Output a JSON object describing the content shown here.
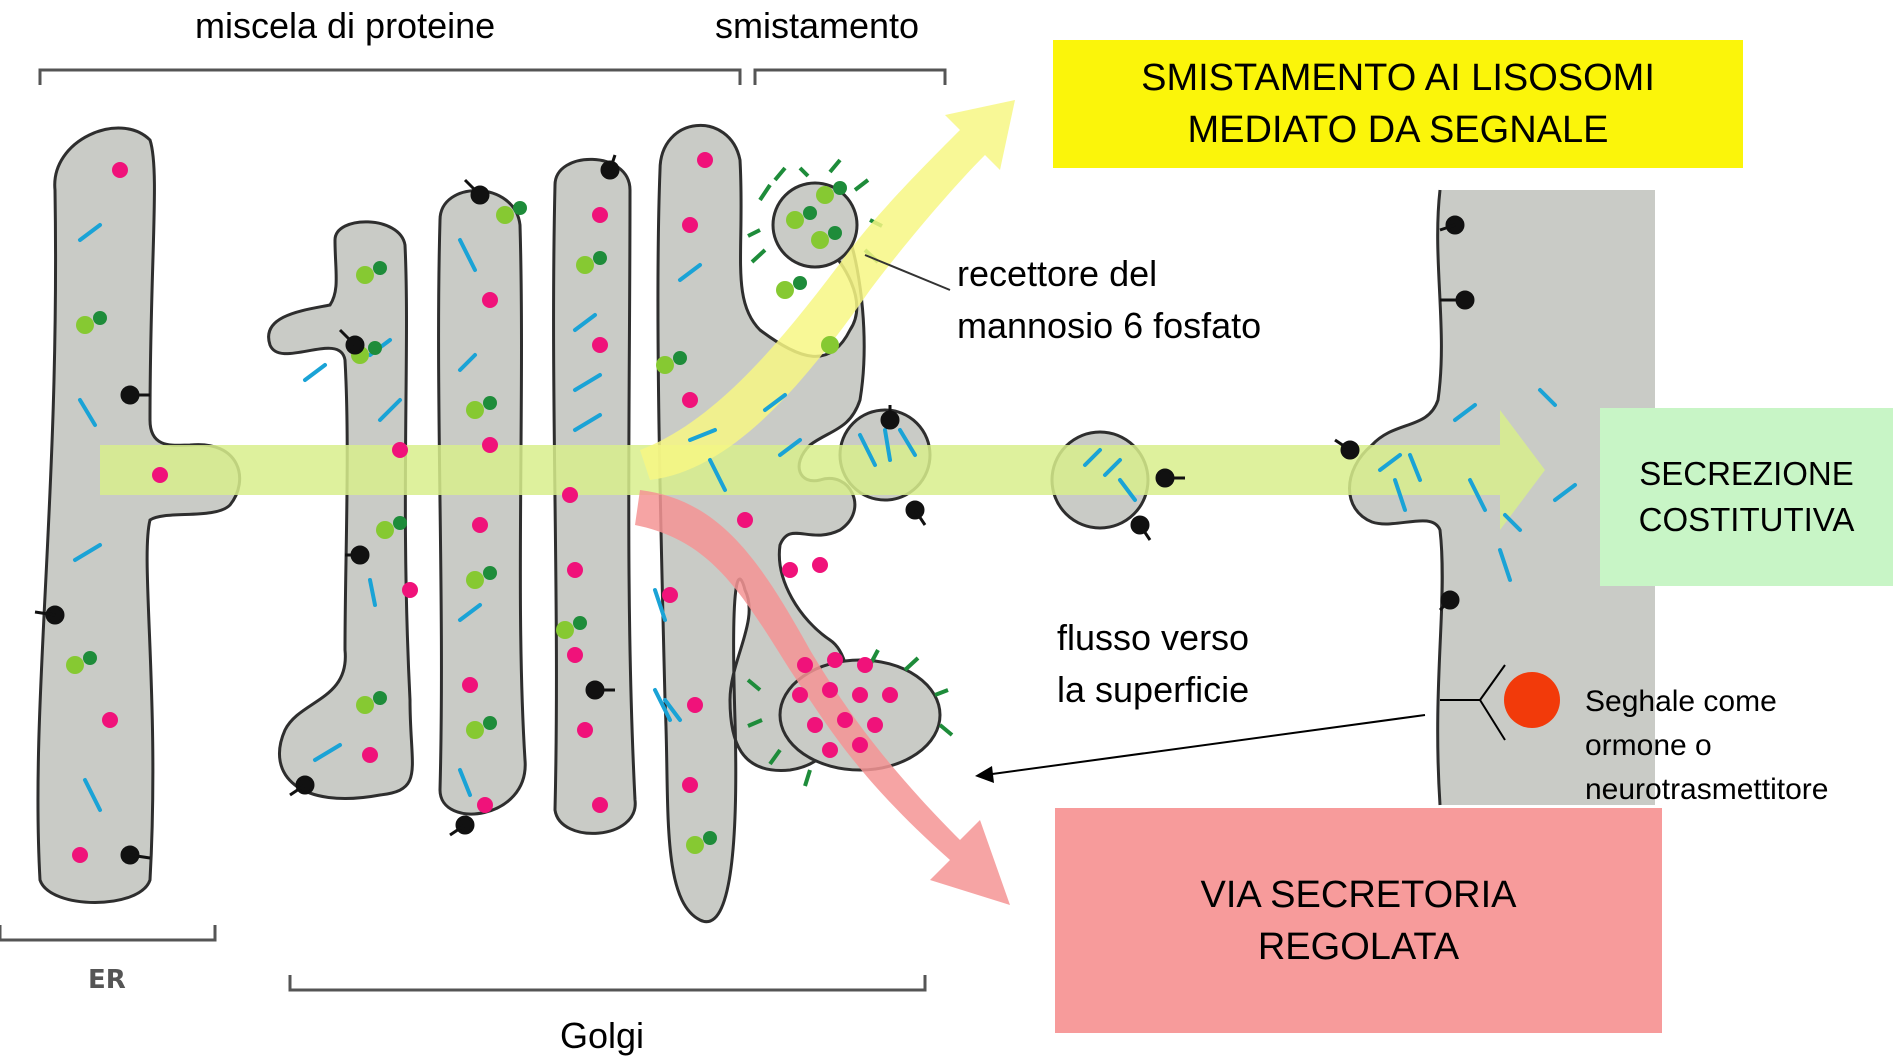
{
  "labels": {
    "protein_mix": "miscela di proteine",
    "sorting": "smistamento",
    "er": "ER",
    "golgi": "Golgi",
    "receptor_line1": "recettore del",
    "receptor_line2": "mannosio 6 fosfato",
    "flow_line1": "flusso verso",
    "flow_line2": "la superficie",
    "signal_line1": "Seghale come",
    "signal_line2": "ormone o",
    "signal_line3": "neurotrasmettitore"
  },
  "boxes": {
    "lysosome_line1": "SMISTAMENTO AI LISOSOMI",
    "lysosome_line2": "MEDIATO DA SEGNALE",
    "constitutive_line1": "SECREZIONE",
    "constitutive_line2": "COSTITUTIVA",
    "regulated_line1": "VIA SECRETORIA",
    "regulated_line2": "REGOLATA"
  },
  "colors": {
    "organelle_fill": "#c9cbc6",
    "outline": "#2e2e2e",
    "protein_magenta": "#f0127a",
    "protein_blue": "#1aa3d6",
    "protein_green_light": "#86c932",
    "protein_green_dark": "#1e8c3a",
    "yellow_box": "#fbf50a",
    "green_box": "#c8f5c6",
    "red_box": "#f79b9b",
    "yellow_arrow": "#f7f784",
    "green_arrow": "#d8ef8c",
    "red_arrow": "#f49494",
    "signal_dot": "#f23a0a"
  }
}
